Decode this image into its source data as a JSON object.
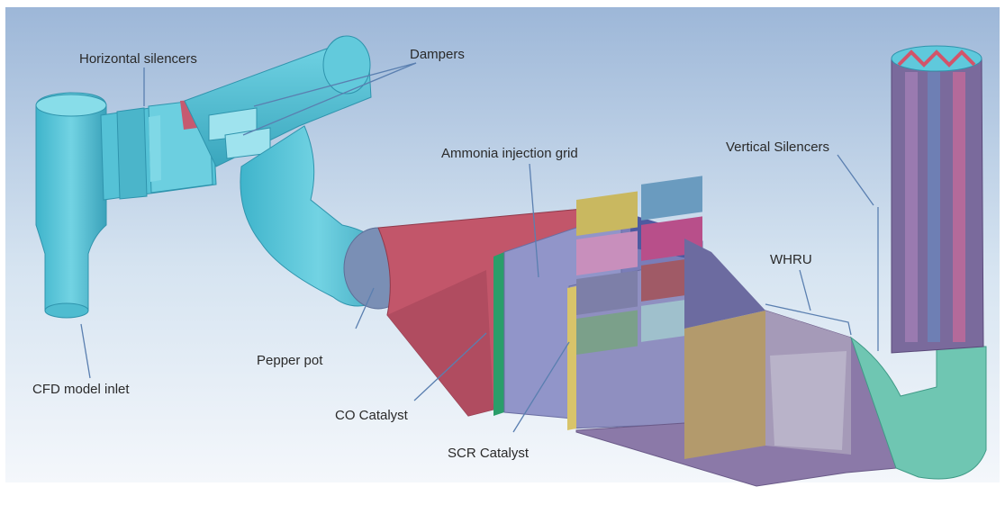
{
  "labels": {
    "horizontal_silencers": "Horizontal silencers",
    "dampers": "Dampers",
    "ammonia_injection_grid": "Ammonia injection grid",
    "vertical_silencers": "Vertical Silencers",
    "whru": "WHRU",
    "pepper_pot": "Pepper pot",
    "cfd_model_inlet": "CFD model inlet",
    "co_catalyst": "CO Catalyst",
    "scr_catalyst": "SCR Catalyst"
  },
  "colors": {
    "duct": "#5fc9dc",
    "duct_dark": "#3aa6bd",
    "transition": "#c2566a",
    "catalyst_face": "#8f92c8",
    "whru_body": "#8b79a8",
    "vertical_silencer": "#8a6aa0",
    "leader": "#5a7fb0"
  }
}
